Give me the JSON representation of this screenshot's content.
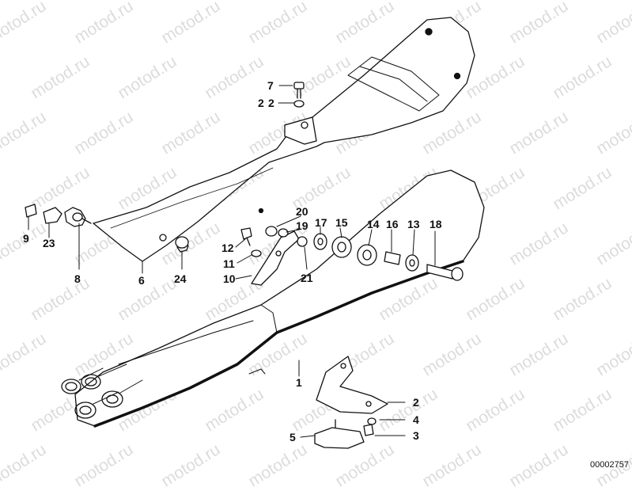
{
  "watermark": "motod.ru",
  "document_number": "00002757",
  "callouts": [
    "1",
    "2",
    "3",
    "4",
    "5",
    "6",
    "7",
    "8",
    "9",
    "10",
    "11",
    "12",
    "13",
    "14",
    "15",
    "16",
    "17",
    "18",
    "19",
    "20",
    "21",
    "22",
    "23",
    "24"
  ],
  "label_extra": {
    "22": "2"
  },
  "parts": [
    {
      "ref": "1",
      "name": "muffler"
    },
    {
      "ref": "2",
      "name": "washer"
    },
    {
      "ref": "3",
      "name": "screw"
    },
    {
      "ref": "4",
      "name": "washer"
    },
    {
      "ref": "5",
      "name": "clamp"
    },
    {
      "ref": "6",
      "name": "heat-shield"
    },
    {
      "ref": "7",
      "name": "screw"
    },
    {
      "ref": "8",
      "name": "plug"
    },
    {
      "ref": "9",
      "name": "clip"
    },
    {
      "ref": "10",
      "name": "bracket"
    },
    {
      "ref": "11",
      "name": "washer"
    },
    {
      "ref": "12",
      "name": "screw"
    },
    {
      "ref": "13",
      "name": "washer"
    },
    {
      "ref": "14",
      "name": "rubber-mount"
    },
    {
      "ref": "15",
      "name": "rubber-mount"
    },
    {
      "ref": "16",
      "name": "sleeve"
    },
    {
      "ref": "17",
      "name": "washer"
    },
    {
      "ref": "18",
      "name": "bolt"
    },
    {
      "ref": "19",
      "name": "washer"
    },
    {
      "ref": "20",
      "name": "nut"
    },
    {
      "ref": "21",
      "name": "washer"
    },
    {
      "ref": "23",
      "name": "clip"
    },
    {
      "ref": "24",
      "name": "plug"
    }
  ]
}
